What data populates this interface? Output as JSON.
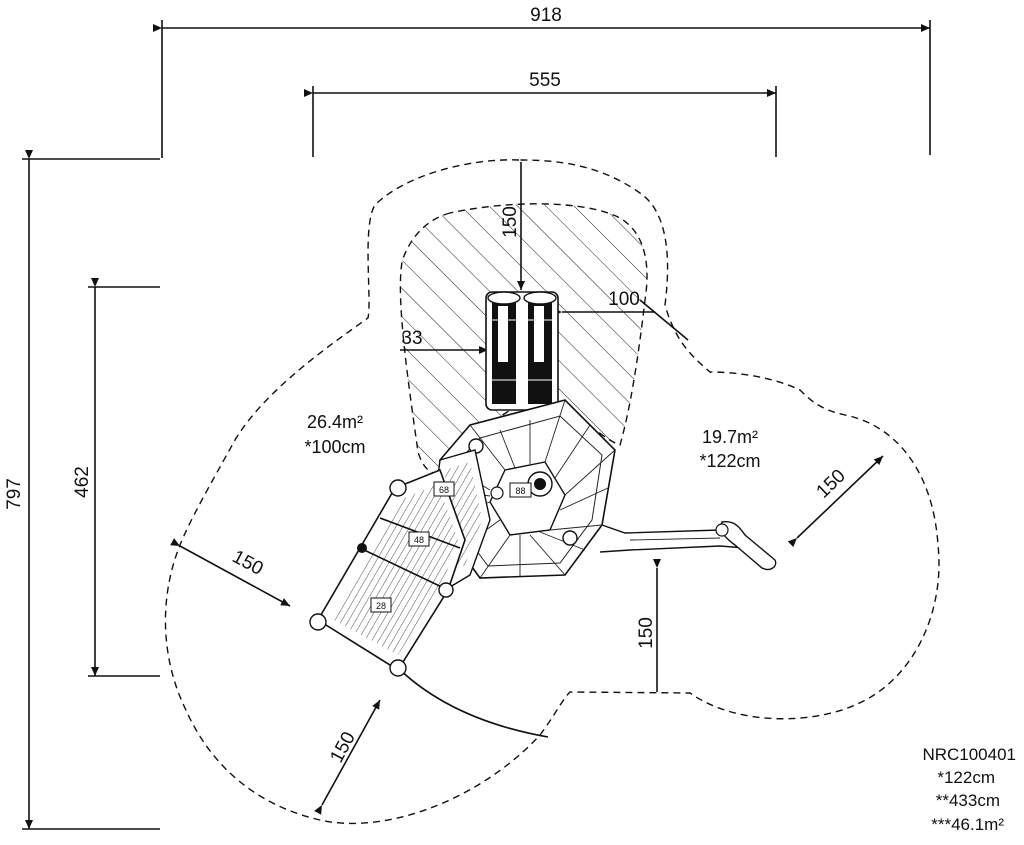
{
  "dimensions": {
    "overall_width": "918",
    "inner_width": "555",
    "overall_depth": "797",
    "inner_depth": "462",
    "slide_zone_length": "150",
    "slide_exit_gap": "100",
    "slide_offset": "33",
    "right_clearance": "150",
    "left_clearance": "150",
    "bottom_clearance": "150",
    "lower_left_clearance": "150"
  },
  "zones": {
    "left_area": "26.4m²",
    "left_height": "*100cm",
    "right_area": "19.7m²",
    "right_height": "*122cm"
  },
  "platform_tags": {
    "tower": "88",
    "upper": "68",
    "mid": "48",
    "low": "28"
  },
  "product": {
    "code": "NRC100401",
    "fall_height": "*122cm",
    "total_height": "**433cm",
    "total_area": "***46.1m²"
  }
}
